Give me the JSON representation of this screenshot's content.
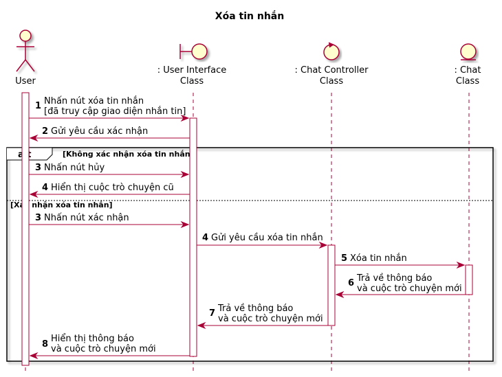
{
  "title": "Xóa tin nhắn",
  "participants": [
    {
      "id": "user",
      "type": "actor",
      "label": [
        "User"
      ]
    },
    {
      "id": "ui",
      "type": "boundary",
      "label": [
        ": User Interface",
        "Class"
      ]
    },
    {
      "id": "ctrl",
      "type": "control",
      "label": [
        ": Chat Controller",
        "Class"
      ]
    },
    {
      "id": "chat",
      "type": "entity",
      "label": [
        ": Chat",
        "Class"
      ]
    }
  ],
  "fragment": {
    "keyword": "alt",
    "guard1": "[Không xác nhận xóa tin nhắn]",
    "guard2": "[Xác nhận xóa tin nhắn]"
  },
  "messages": [
    {
      "num": "1",
      "from": "user",
      "to": "ui",
      "lines": [
        "Nhấn nút xóa tin nhắn",
        "[đã truy cập giao diện nhắn tin]"
      ],
      "dashed": false
    },
    {
      "num": "2",
      "from": "ui",
      "to": "user",
      "lines": [
        "Gửi yêu cầu xác nhận"
      ],
      "dashed": false
    },
    {
      "num": "3",
      "from": "user",
      "to": "ui",
      "lines": [
        "Nhấn nút hủy"
      ],
      "dashed": false
    },
    {
      "num": "4",
      "from": "ui",
      "to": "user",
      "lines": [
        "Hiển thị cuộc trò chuyện cũ"
      ],
      "dashed": false
    },
    {
      "num": "3",
      "from": "user",
      "to": "ui",
      "lines": [
        "Nhấn nút xác nhận"
      ],
      "dashed": false
    },
    {
      "num": "4",
      "from": "ui",
      "to": "ctrl",
      "lines": [
        "Gửi yêu cầu xóa tin nhắn"
      ],
      "dashed": false
    },
    {
      "num": "5",
      "from": "ctrl",
      "to": "chat",
      "lines": [
        "Xóa tin nhắn"
      ],
      "dashed": false
    },
    {
      "num": "6",
      "from": "chat",
      "to": "ctrl",
      "lines": [
        "Trả về thông báo",
        "và cuộc trò chuyện mới"
      ],
      "dashed": false
    },
    {
      "num": "7",
      "from": "ctrl",
      "to": "ui",
      "lines": [
        "Trả về thông báo",
        "và cuộc trò chuyện mới"
      ],
      "dashed": false
    },
    {
      "num": "8",
      "from": "ui",
      "to": "user",
      "lines": [
        "Hiển thị thông báo",
        "và cuộc trò chuyện mới"
      ],
      "dashed": false
    }
  ]
}
